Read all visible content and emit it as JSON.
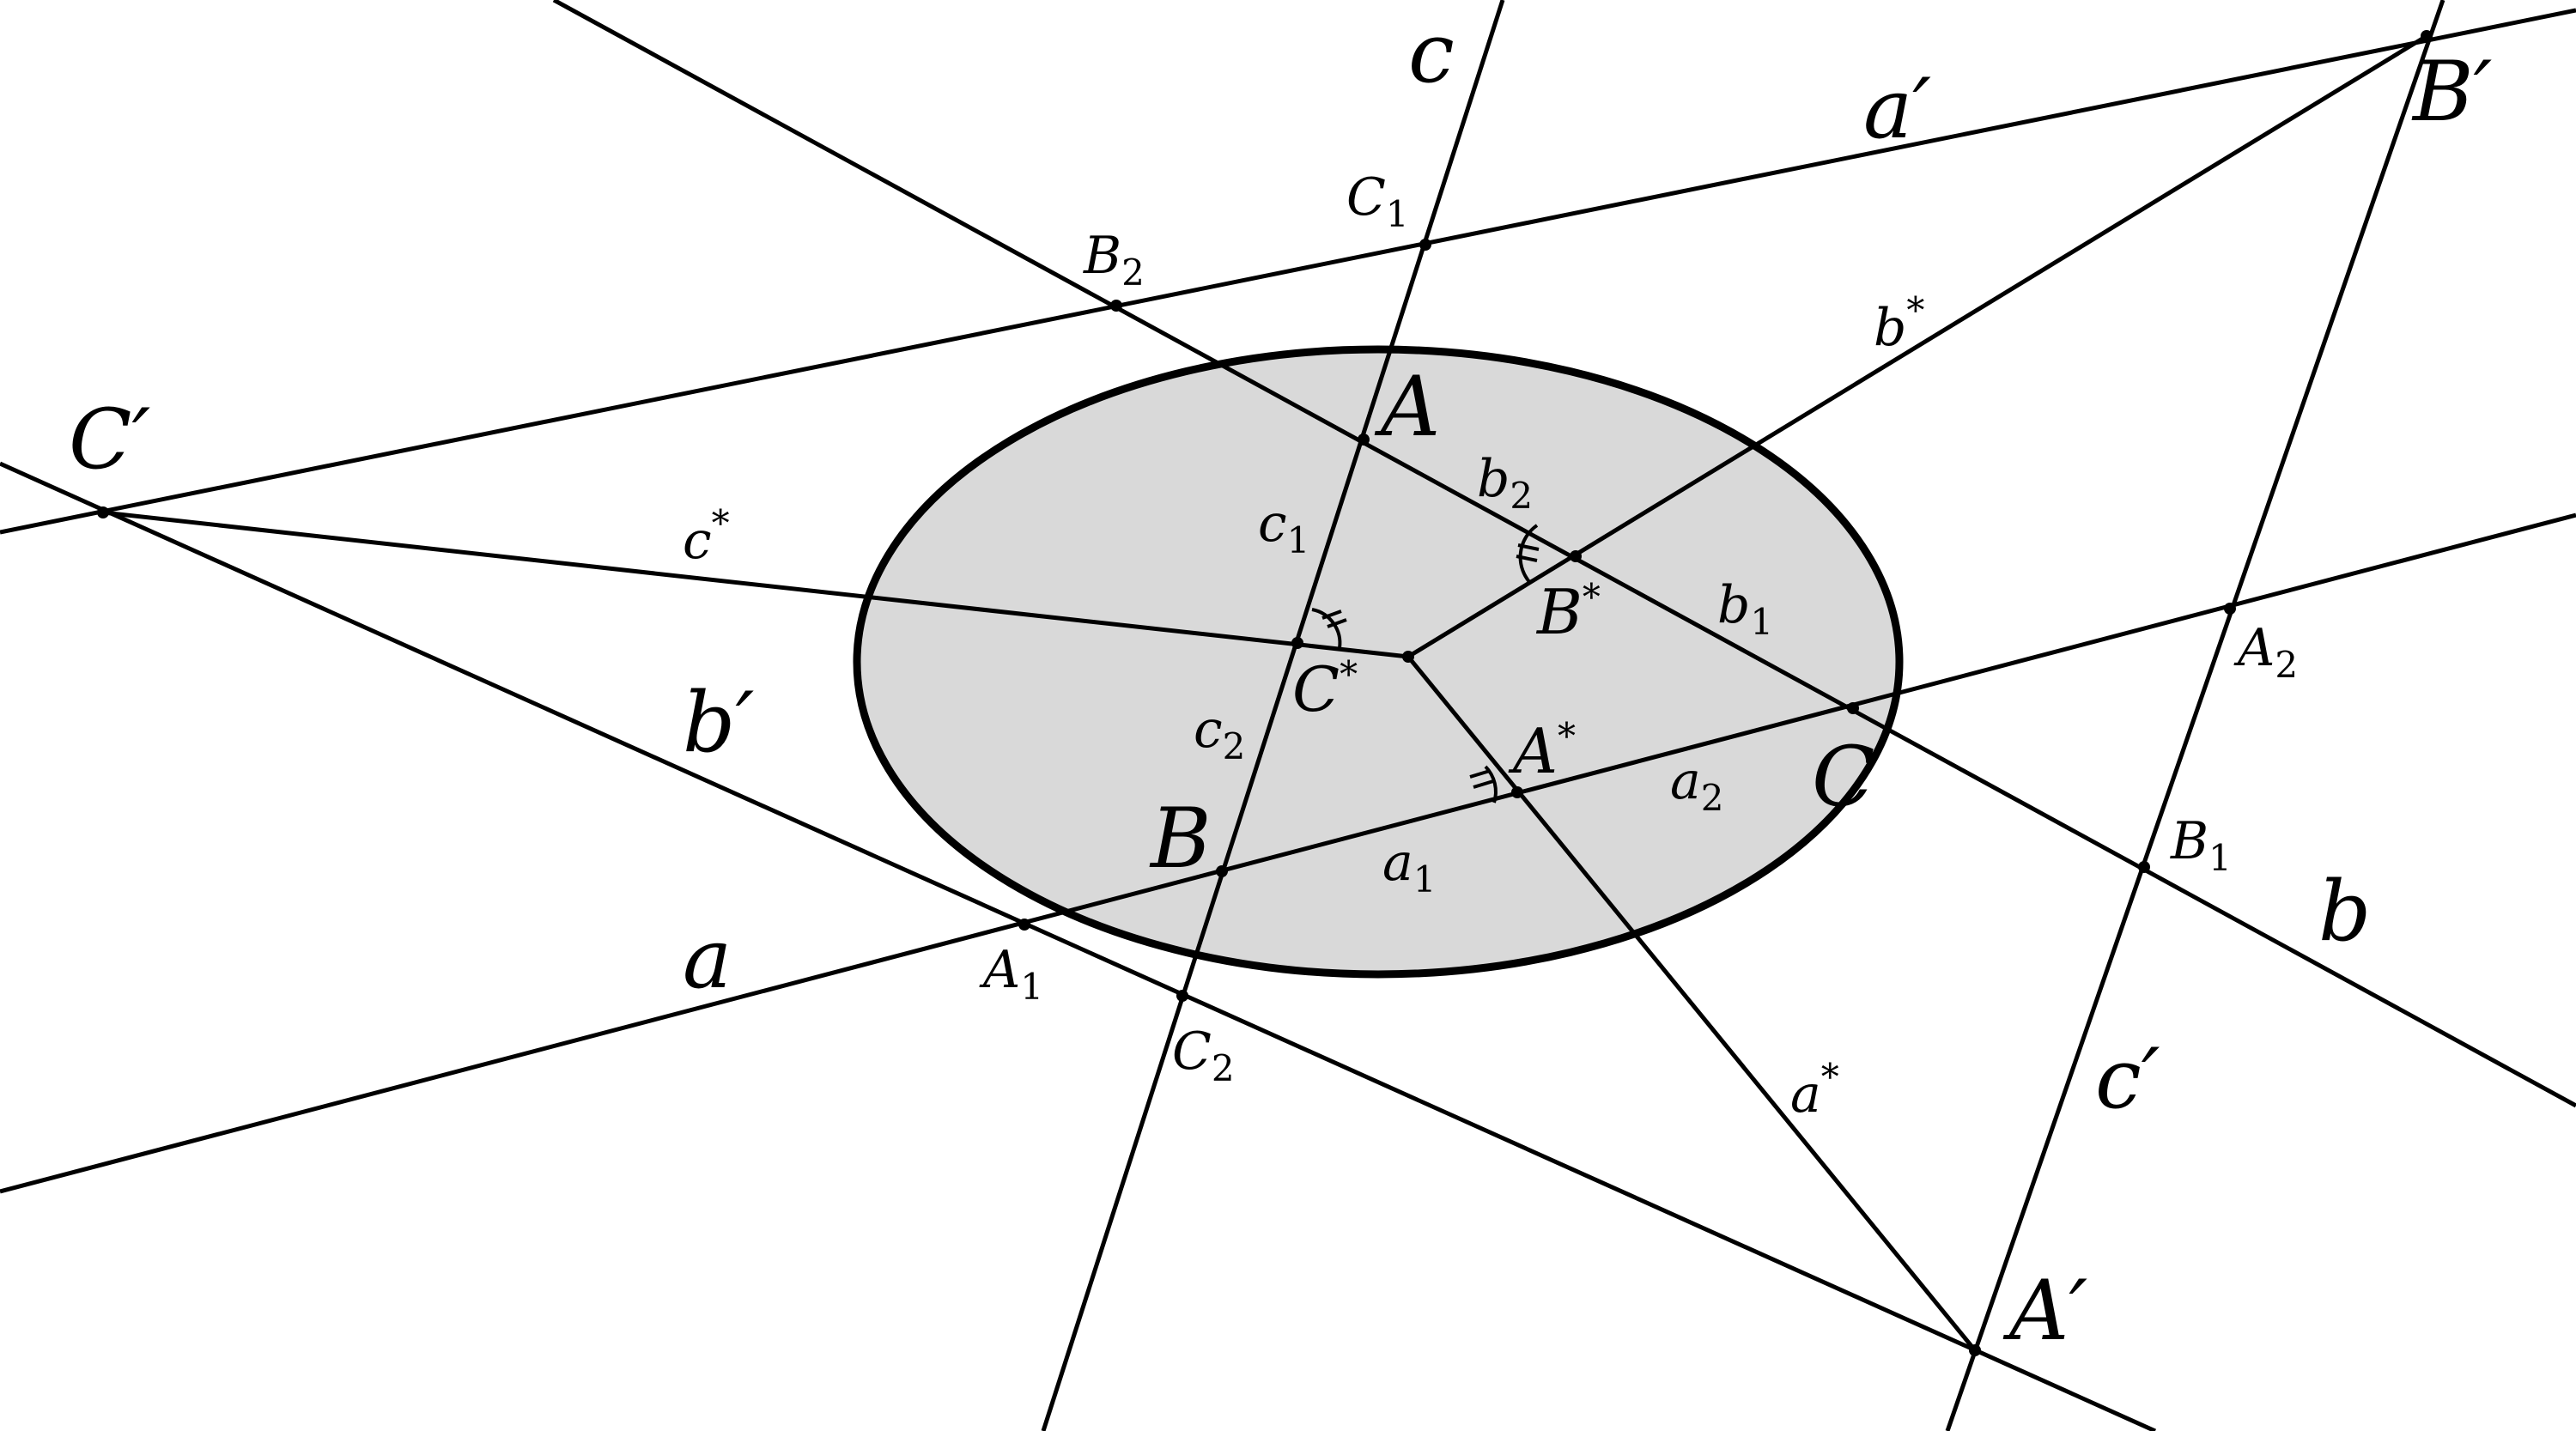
{
  "diagram": {
    "fill_color": "#d9d9d9",
    "stroke_color": "#000000",
    "vertices": {
      "A": "A",
      "B": "B",
      "C": "C",
      "A_prime": "A′",
      "B_prime": "B′",
      "C_prime": "C′",
      "A_star": "A",
      "B_star": "B",
      "C_star": "C",
      "star": "*"
    },
    "intersection_points": {
      "A": "A",
      "B": "B",
      "C": "C",
      "one": "1",
      "two": "2"
    },
    "lines": {
      "a": "a",
      "b": "b",
      "c": "c",
      "a_prime": "a′",
      "b_prime": "b′",
      "c_prime": "c′",
      "a_star": "a",
      "b_star": "b",
      "c_star": "c",
      "star": "*"
    },
    "segments": {
      "a": "a",
      "b": "b",
      "c": "c",
      "one": "1",
      "two": "2"
    }
  }
}
